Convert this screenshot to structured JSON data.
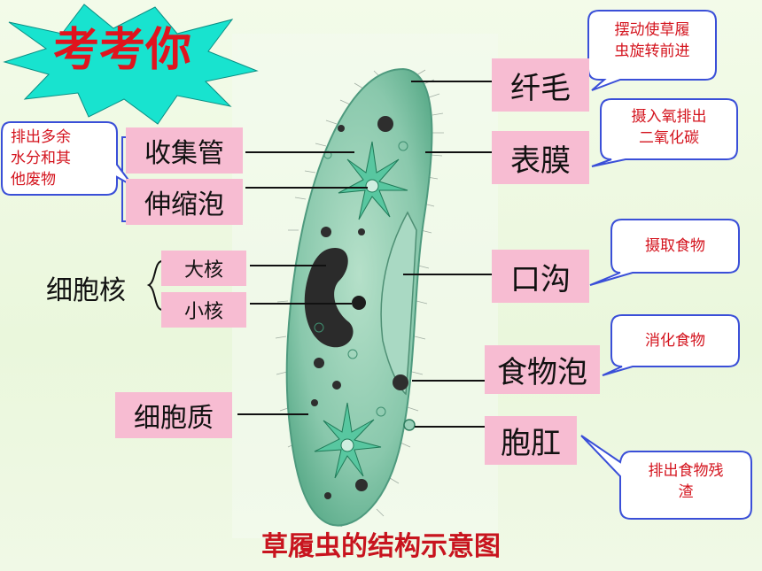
{
  "header": {
    "title": "考考你"
  },
  "labels": {
    "cilia": "纤毛",
    "membrane": "表膜",
    "collecting_tube": "收集管",
    "contractile_vacuole": "伸缩泡",
    "oral_groove": "口沟",
    "food_vacuole": "食物泡",
    "cytoplasm": "细胞质",
    "anal_pore": "胞肛",
    "nucleus_group": "细胞核",
    "macronucleus": "大核",
    "micronucleus": "小核"
  },
  "notes": {
    "cilia_note": "摆动使草履虫旋转前进",
    "cilia_note_l1": "摆动使草履",
    "cilia_note_l2": "虫旋转前进",
    "membrane_note_l1": "摄入氧排出",
    "membrane_note_l2": "二氧化碳",
    "oral_note": "摄取食物",
    "food_note": "消化食物",
    "anal_note_l1": "排出食物残",
    "anal_note_l2": "渣",
    "vacuole_note_l1": "排出多余",
    "vacuole_note_l2": "水分和其",
    "vacuole_note_l3": "他废物"
  },
  "caption": "草履虫的结构示意图",
  "colors": {
    "label_bg": "#f7bcd2",
    "accent_red": "#d4141e",
    "bubble_border": "#3a4fd8",
    "star_fill": "#15e6d0",
    "cell_fill": "#8fcfb3",
    "nucleus": "#262626"
  }
}
